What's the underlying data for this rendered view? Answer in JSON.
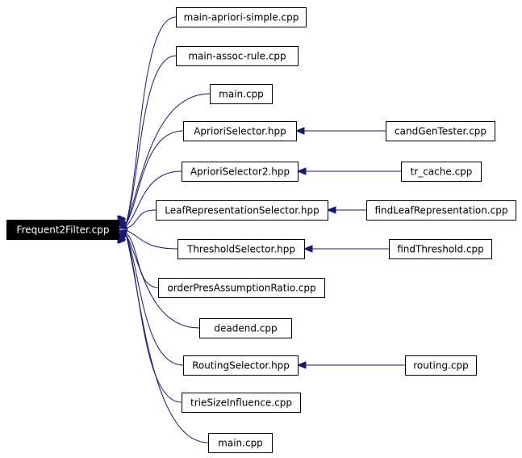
{
  "colors": {
    "edge": "#191970",
    "root_fill": "#000000",
    "root_text": "#ffffff",
    "node_fill": "#ffffff"
  },
  "root": {
    "id": "frequent2filter",
    "label": "Frequent2Filter.cpp"
  },
  "nodes": [
    {
      "id": "main_apriori_simple",
      "label": "main-apriori-simple.cpp"
    },
    {
      "id": "main_assoc_rule",
      "label": "main-assoc-rule.cpp"
    },
    {
      "id": "main1",
      "label": "main.cpp"
    },
    {
      "id": "apriori_selector",
      "label": "AprioriSelector.hpp"
    },
    {
      "id": "cand_gen_tester",
      "label": "candGenTester.cpp"
    },
    {
      "id": "apriori_selector2",
      "label": "AprioriSelector2.hpp"
    },
    {
      "id": "tr_cache",
      "label": "tr_cache.cpp"
    },
    {
      "id": "leaf_rep_selector",
      "label": "LeafRepresentationSelector.hpp"
    },
    {
      "id": "find_leaf_rep",
      "label": "findLeafRepresentation.cpp"
    },
    {
      "id": "threshold_selector",
      "label": "ThresholdSelector.hpp"
    },
    {
      "id": "find_threshold",
      "label": "findThreshold.cpp"
    },
    {
      "id": "order_pres",
      "label": "orderPresAssumptionRatio.cpp"
    },
    {
      "id": "deadend",
      "label": "deadend.cpp"
    },
    {
      "id": "routing_selector",
      "label": "RoutingSelector.hpp"
    },
    {
      "id": "routing",
      "label": "routing.cpp"
    },
    {
      "id": "trie_size",
      "label": "trieSizeInfluence.cpp"
    },
    {
      "id": "main2",
      "label": "main.cpp"
    }
  ],
  "edges": [
    {
      "from": "main_apriori_simple",
      "to": "frequent2filter"
    },
    {
      "from": "main_assoc_rule",
      "to": "frequent2filter"
    },
    {
      "from": "main1",
      "to": "frequent2filter"
    },
    {
      "from": "apriori_selector",
      "to": "frequent2filter"
    },
    {
      "from": "apriori_selector2",
      "to": "frequent2filter"
    },
    {
      "from": "leaf_rep_selector",
      "to": "frequent2filter"
    },
    {
      "from": "threshold_selector",
      "to": "frequent2filter"
    },
    {
      "from": "order_pres",
      "to": "frequent2filter"
    },
    {
      "from": "deadend",
      "to": "frequent2filter"
    },
    {
      "from": "routing_selector",
      "to": "frequent2filter"
    },
    {
      "from": "trie_size",
      "to": "frequent2filter"
    },
    {
      "from": "main2",
      "to": "frequent2filter"
    },
    {
      "from": "cand_gen_tester",
      "to": "apriori_selector"
    },
    {
      "from": "tr_cache",
      "to": "apriori_selector2"
    },
    {
      "from": "find_leaf_rep",
      "to": "leaf_rep_selector"
    },
    {
      "from": "find_threshold",
      "to": "threshold_selector"
    },
    {
      "from": "routing",
      "to": "routing_selector"
    }
  ]
}
